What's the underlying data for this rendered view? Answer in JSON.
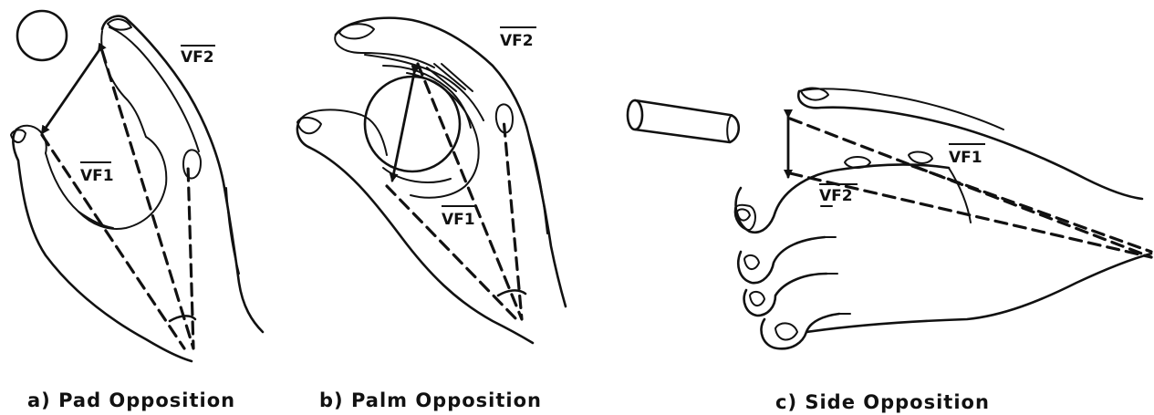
{
  "panels": [
    {
      "caption": "a) Pad Opposition",
      "vf_top": "VF2",
      "vf_bottom": "VF1",
      "object": "sphere"
    },
    {
      "caption": "b) Palm Opposition",
      "vf_top": "VF2",
      "vf_bottom": "VF1",
      "object": "sphere"
    },
    {
      "caption": "c) Side Opposition",
      "vf_top": "VF1",
      "vf_bottom": "VF2",
      "object": "cylinder"
    }
  ]
}
